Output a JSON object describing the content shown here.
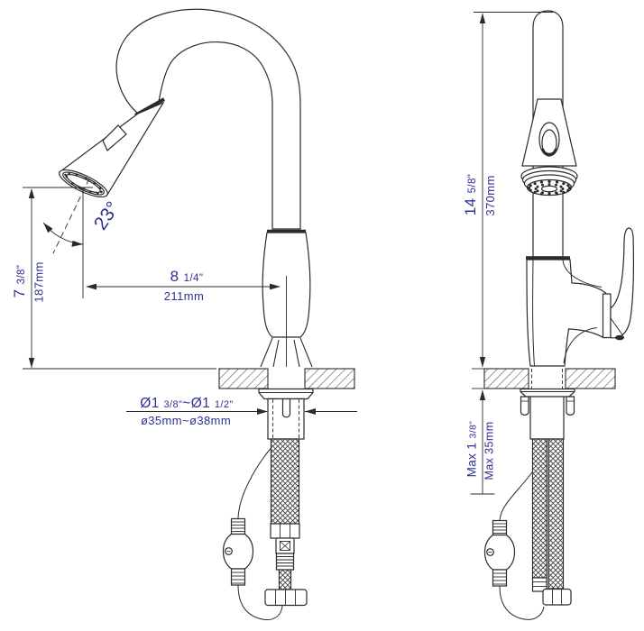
{
  "drawing": {
    "ink": "#2b2b2b",
    "dim_color": "#2e3192",
    "views": {
      "left": {
        "angle_label": "23°",
        "spout_height": {
          "imperial_whole": "7 ",
          "imperial_frac": "3/8\"",
          "metric": "187mm"
        },
        "spout_reach": {
          "imperial_whole": "8 ",
          "imperial_frac": "1/4\"",
          "metric": "211mm"
        },
        "mounting_hole": {
          "imperial_1": "Ø1 ",
          "imperial_1_frac": "3/8\"",
          "imperial_2": "~Ø1 ",
          "imperial_2_frac": "1/2\"",
          "metric": "ø35mm~ø38mm"
        }
      },
      "right": {
        "overall_height": {
          "imperial_whole": "14 ",
          "imperial_frac": "5/8\"",
          "metric": "370mm"
        },
        "max_counter_thickness": {
          "imperial_whole": "Max 1 ",
          "imperial_frac": "3/8\"",
          "metric": "Max 35mm"
        }
      }
    }
  }
}
